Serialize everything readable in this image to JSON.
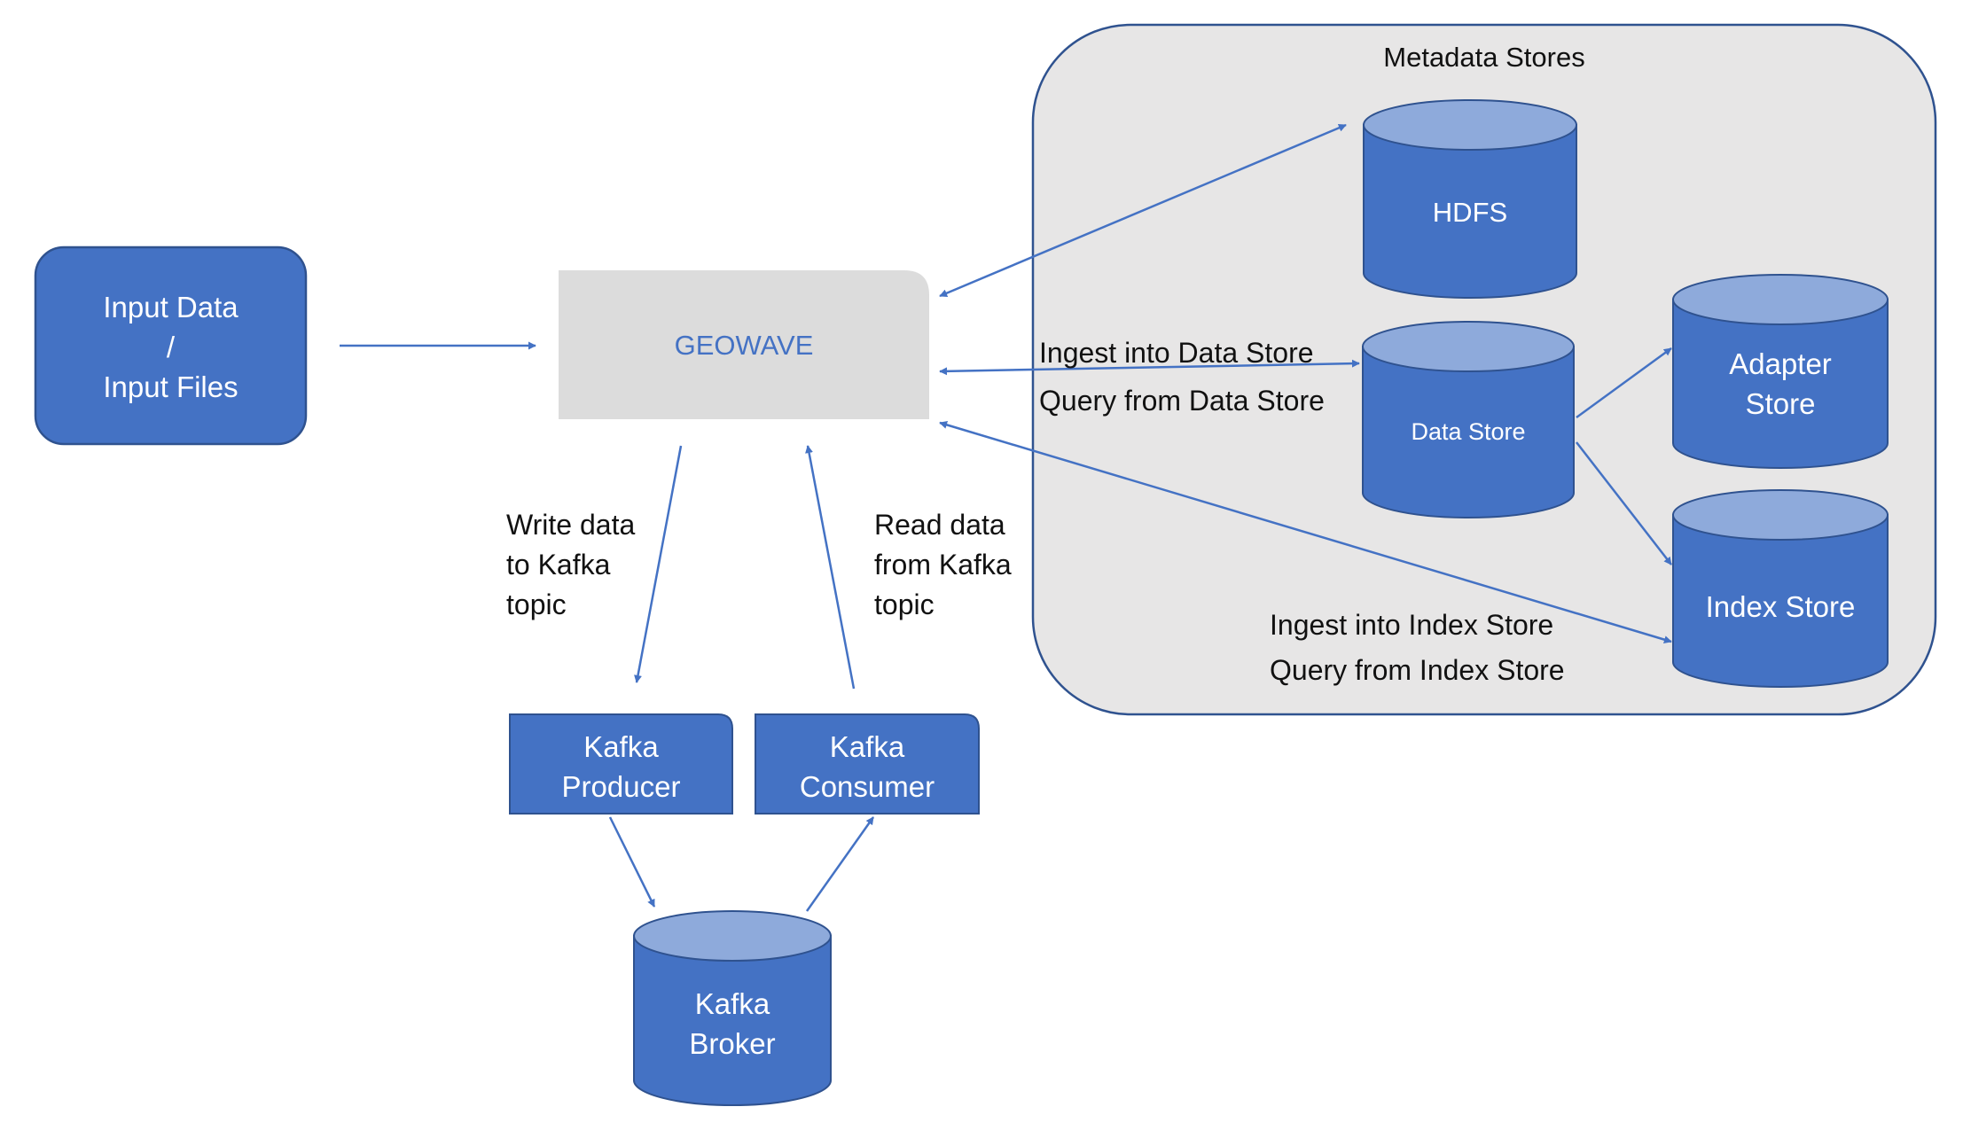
{
  "colors": {
    "box_fill": "#4472c4",
    "box_stroke": "#2f528f",
    "cylinder_top": "#8eaadb",
    "container_fill": "#e7e6e6",
    "geowave_fill": "#dcdcdc",
    "arrow": "#4472c4",
    "text_light": "#ffffff",
    "text_dark": "#111111"
  },
  "container": {
    "title": "Metadata Stores"
  },
  "nodes": {
    "input_data": {
      "line1": "Input Data",
      "line2": "/",
      "line3": "Input Files"
    },
    "geowave": {
      "label": "GEOWAVE"
    },
    "hdfs": {
      "label": "HDFS"
    },
    "data_store": {
      "label": "Data Store"
    },
    "adapter_store": {
      "line1": "Adapter",
      "line2": "Store"
    },
    "index_store": {
      "label": "Index Store"
    },
    "kafka_producer": {
      "line1": "Kafka",
      "line2": "Producer"
    },
    "kafka_consumer": {
      "line1": "Kafka",
      "line2": "Consumer"
    },
    "kafka_broker": {
      "line1": "Kafka",
      "line2": "Broker"
    }
  },
  "edges": {
    "write_kafka": {
      "line1": "Write data",
      "line2": "to Kafka",
      "line3": "topic"
    },
    "read_kafka": {
      "line1": "Read data",
      "line2": "from Kafka",
      "line3": "topic"
    },
    "data_store_ingest": "Ingest into Data Store",
    "data_store_query": "Query from Data Store",
    "index_store_ingest": "Ingest into Index Store",
    "index_store_query": "Query from Index Store"
  }
}
